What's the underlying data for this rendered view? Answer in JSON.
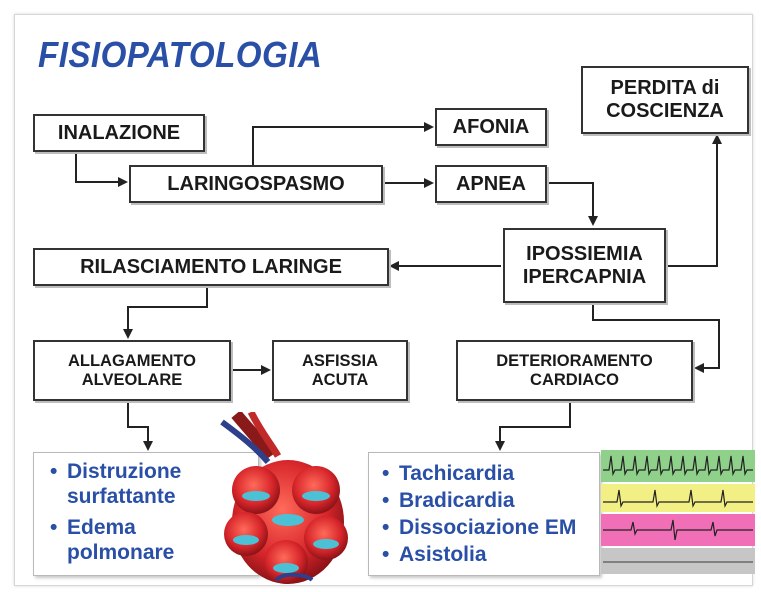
{
  "title": "FISIOPATOLOGIA",
  "boxes": {
    "inalazione": "INALAZIONE",
    "afonia": "AFONIA",
    "laringospasmo": "LARINGOSPASMO",
    "apnea": "APNEA",
    "perdita_line1": "PERDITA di",
    "perdita_line2": "COSCIENZA",
    "rilasciamento": "RILASCIAMENTO LARINGE",
    "ipossiemia_line1": "IPOSSIEMIA",
    "ipossiemia_line2": "IPERCAPNIA",
    "allagamento_line1": "ALLAGAMENTO",
    "allagamento_line2": "ALVEOLARE",
    "asfissia_line1": "ASFISSIA",
    "asfissia_line2": "ACUTA",
    "deterioramento_line1": "DETERIORAMENTO",
    "deterioramento_line2": "CARDIACO"
  },
  "lungs_list": {
    "item1_line1": "Distruzione",
    "item1_line2": "surfattante",
    "item2_line1": "Edema",
    "item2_line2": "polmonare"
  },
  "cardiac_list": {
    "items": [
      "Tachicardia",
      "Bradicardia",
      "Dissociazione EM",
      "Asistolia"
    ]
  },
  "colors": {
    "title_blue": "#2a4fa6",
    "box_border": "#333333",
    "ecg_green": "#8fd08a",
    "ecg_yellow": "#f2ef84",
    "ecg_pink": "#f06fb6",
    "ecg_gray": "#c6c6c6",
    "alveoli_red": "#d8262b"
  },
  "icons": {
    "bullet": "•",
    "alveoli": "alveoli-illustration",
    "ecg": "ecg-strips"
  }
}
